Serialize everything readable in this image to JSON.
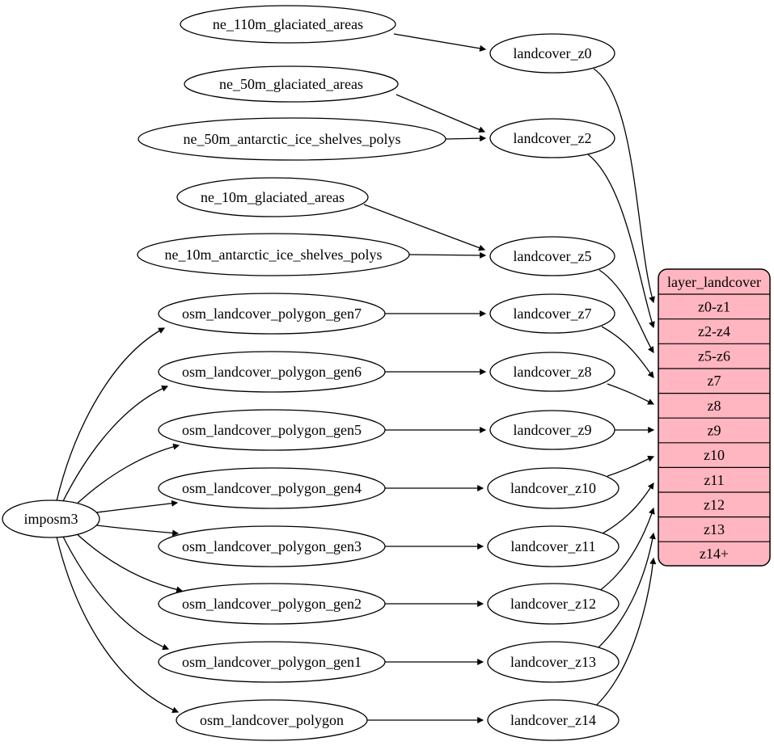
{
  "diagram": {
    "kind": "etl-graph",
    "colors": {
      "background": "#ffffff",
      "node_fill": "#ffffff",
      "stroke": "#000000",
      "table_fill": "#ffb6c1"
    },
    "nodes": {
      "imposm3": "imposm3",
      "ne110": "ne_110m_glaciated_areas",
      "ne50g": "ne_50m_glaciated_areas",
      "ne50a": "ne_50m_antarctic_ice_shelves_polys",
      "ne10g": "ne_10m_glaciated_areas",
      "ne10a": "ne_10m_antarctic_ice_shelves_polys",
      "gen7": "osm_landcover_polygon_gen7",
      "gen6": "osm_landcover_polygon_gen6",
      "gen5": "osm_landcover_polygon_gen5",
      "gen4": "osm_landcover_polygon_gen4",
      "gen3": "osm_landcover_polygon_gen3",
      "gen2": "osm_landcover_polygon_gen2",
      "gen1": "osm_landcover_polygon_gen1",
      "poly": "osm_landcover_polygon",
      "z0": "landcover_z0",
      "z2": "landcover_z2",
      "z5": "landcover_z5",
      "z7": "landcover_z7",
      "z8": "landcover_z8",
      "z9": "landcover_z9",
      "z10": "landcover_z10",
      "z11": "landcover_z11",
      "z12": "landcover_z12",
      "z13": "landcover_z13",
      "z14": "landcover_z14"
    },
    "table": {
      "title": "layer_landcover",
      "rows": [
        "z0-z1",
        "z2-z4",
        "z5-z6",
        "z7",
        "z8",
        "z9",
        "z10",
        "z11",
        "z12",
        "z13",
        "z14+"
      ]
    },
    "edges": [
      [
        "ne_110m_glaciated_areas",
        "landcover_z0"
      ],
      [
        "landcover_z0",
        "layer_landcover:z0-z1"
      ],
      [
        "ne_50m_glaciated_areas",
        "landcover_z2"
      ],
      [
        "ne_50m_antarctic_ice_shelves_polys",
        "landcover_z2"
      ],
      [
        "landcover_z2",
        "layer_landcover:z2-z4"
      ],
      [
        "ne_10m_glaciated_areas",
        "landcover_z5"
      ],
      [
        "ne_10m_antarctic_ice_shelves_polys",
        "landcover_z5"
      ],
      [
        "landcover_z5",
        "layer_landcover:z5-z6"
      ],
      [
        "imposm3",
        "osm_landcover_polygon_gen7"
      ],
      [
        "osm_landcover_polygon_gen7",
        "landcover_z7"
      ],
      [
        "landcover_z7",
        "layer_landcover:z7"
      ],
      [
        "imposm3",
        "osm_landcover_polygon_gen6"
      ],
      [
        "osm_landcover_polygon_gen6",
        "landcover_z8"
      ],
      [
        "landcover_z8",
        "layer_landcover:z8"
      ],
      [
        "imposm3",
        "osm_landcover_polygon_gen5"
      ],
      [
        "osm_landcover_polygon_gen5",
        "landcover_z9"
      ],
      [
        "landcover_z9",
        "layer_landcover:z9"
      ],
      [
        "imposm3",
        "osm_landcover_polygon_gen4"
      ],
      [
        "osm_landcover_polygon_gen4",
        "landcover_z10"
      ],
      [
        "landcover_z10",
        "layer_landcover:z10"
      ],
      [
        "imposm3",
        "osm_landcover_polygon_gen3"
      ],
      [
        "osm_landcover_polygon_gen3",
        "landcover_z11"
      ],
      [
        "landcover_z11",
        "layer_landcover:z11"
      ],
      [
        "imposm3",
        "osm_landcover_polygon_gen2"
      ],
      [
        "osm_landcover_polygon_gen2",
        "landcover_z12"
      ],
      [
        "landcover_z12",
        "layer_landcover:z12"
      ],
      [
        "imposm3",
        "osm_landcover_polygon_gen1"
      ],
      [
        "osm_landcover_polygon_gen1",
        "landcover_z13"
      ],
      [
        "landcover_z13",
        "layer_landcover:z13"
      ],
      [
        "imposm3",
        "osm_landcover_polygon"
      ],
      [
        "osm_landcover_polygon",
        "landcover_z14"
      ],
      [
        "landcover_z14",
        "layer_landcover:z14+"
      ]
    ]
  }
}
